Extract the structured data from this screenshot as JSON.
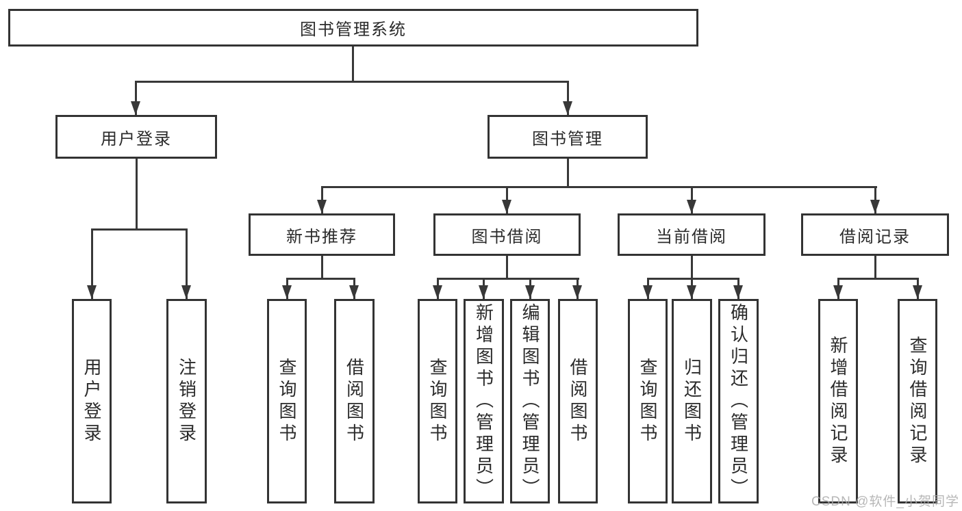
{
  "tree": {
    "root": {
      "label": "图书管理系统"
    },
    "children": [
      {
        "label": "用户登录",
        "children": [
          {
            "label": "用户登录"
          },
          {
            "label": "注销登录"
          }
        ]
      },
      {
        "label": "图书管理",
        "children": [
          {
            "label": "新书推荐",
            "children": [
              {
                "label": "查询图书"
              },
              {
                "label": "借阅图书"
              }
            ]
          },
          {
            "label": "图书借阅",
            "children": [
              {
                "label": "查询图书"
              },
              {
                "label": "新增图书（管理员）"
              },
              {
                "label": "编辑图书（管理员）"
              },
              {
                "label": "借阅图书"
              }
            ]
          },
          {
            "label": "当前借阅",
            "children": [
              {
                "label": "查询图书"
              },
              {
                "label": "归还图书"
              },
              {
                "label": "确认归还（管理员）"
              }
            ]
          },
          {
            "label": "借阅记录",
            "children": [
              {
                "label": "新增借阅记录"
              },
              {
                "label": "查询借阅记录"
              }
            ]
          }
        ]
      }
    ]
  },
  "watermark": {
    "text": "CSDN @软件_小贺同学"
  },
  "colors": {
    "line": "#383838",
    "box_border": "#333333",
    "box_fill": "#ffffff",
    "text": "#2b2b2b",
    "watermark": "#aaaaaa",
    "background": "#ffffff"
  }
}
